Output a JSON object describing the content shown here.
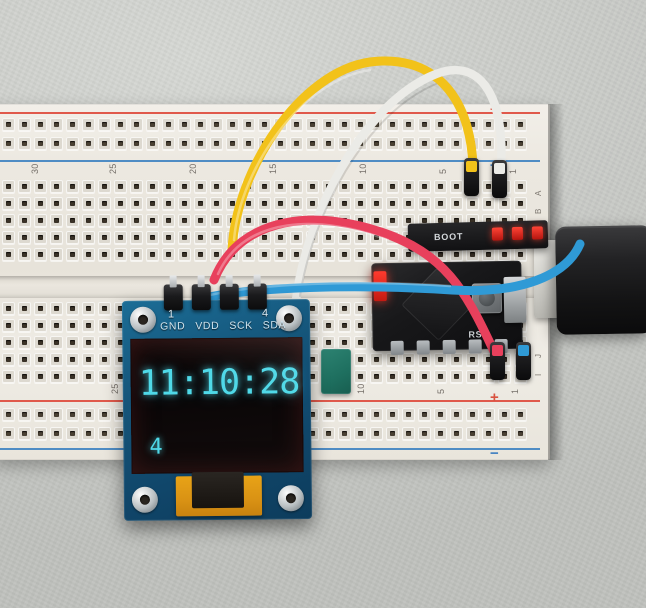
{
  "scene": {
    "title": "Breadboard prototype with OLED clock display",
    "background_color": "#cdcfcc"
  },
  "breadboard": {
    "name": "solderless-breadboard",
    "body_color": "#ece8e0",
    "rail_red_color": "#e0594b",
    "rail_blue_color": "#4f8cc4",
    "top_column_numbers": [
      "30",
      "25",
      "20",
      "15",
      "10",
      "5",
      "1"
    ],
    "bottom_column_numbers": [
      "25",
      "10",
      "5",
      "1"
    ],
    "row_labels_right_top": [
      "A",
      "B"
    ],
    "row_labels_right_bottom": [
      "J",
      "I"
    ],
    "rail_plus": "+",
    "rail_minus": "−"
  },
  "oled": {
    "name": "oled-display-module",
    "pcb_color": "#15557a",
    "pin_labels": [
      "GND",
      "VDD",
      "SCK",
      "SDA"
    ],
    "pin_number_first": "1",
    "pin_number_last": "4",
    "screen": {
      "time_text": "11:10:28",
      "secondary_text": "4",
      "glow_color": "#4fd9e8",
      "background_color": "#0f0909"
    }
  },
  "mcu": {
    "name": "microcontroller-board",
    "board_color": "#18181a",
    "silk_reset": "RST",
    "silk_boot": "BOOT",
    "led_color": "#ff3b2e"
  },
  "usb": {
    "name": "usb-cable",
    "cable_color": "#1a1a1c",
    "plug_color": "#e3e2dc"
  },
  "components": {
    "green_part_color": "#1e6f5f"
  },
  "wires": [
    {
      "name": "wire-yellow",
      "color": "#f2c21a"
    },
    {
      "name": "wire-white",
      "color": "#ebebe7"
    },
    {
      "name": "wire-red",
      "color": "#e8405c"
    },
    {
      "name": "wire-blue",
      "color": "#2f9ad6"
    }
  ]
}
